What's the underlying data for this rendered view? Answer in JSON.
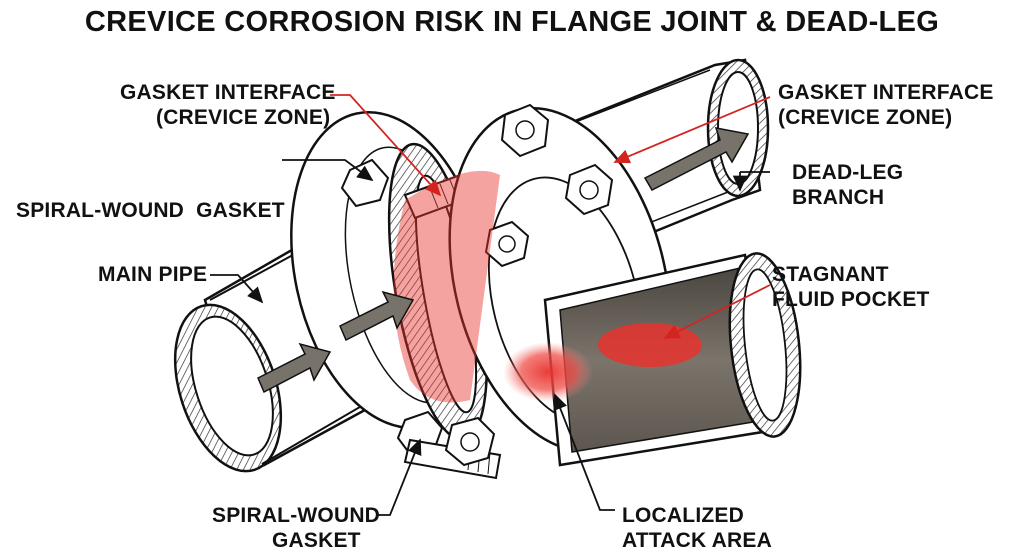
{
  "title": "CREVICE CORROSION RISK IN FLANGE JOINT & DEAD-LEG",
  "labels": {
    "gasket_left": [
      "GASKET INTERFACE",
      "(CREVICE ZONE)"
    ],
    "gasket_right": [
      "GASKET INTERFACE",
      "(CREVICE ZONE)"
    ],
    "spiral_top": [
      "SPIRAL-WOUND  GASKET"
    ],
    "dead_leg": [
      "DEAD-LEG",
      "BRANCH"
    ],
    "main_pipe": [
      "MAIN PIPE"
    ],
    "stagnant": [
      "STAGNANT",
      "FLUID POCKET"
    ],
    "spiral_bottom": [
      "SPIRAL-WOUND",
      "GASKET"
    ],
    "localized": [
      "LOCALIZED",
      "ATTACK AREA"
    ]
  },
  "colors": {
    "outline": "#111111",
    "red_zone": "#e8322e",
    "arrow_fill": "#77736b",
    "fluid": "#6a635b"
  }
}
